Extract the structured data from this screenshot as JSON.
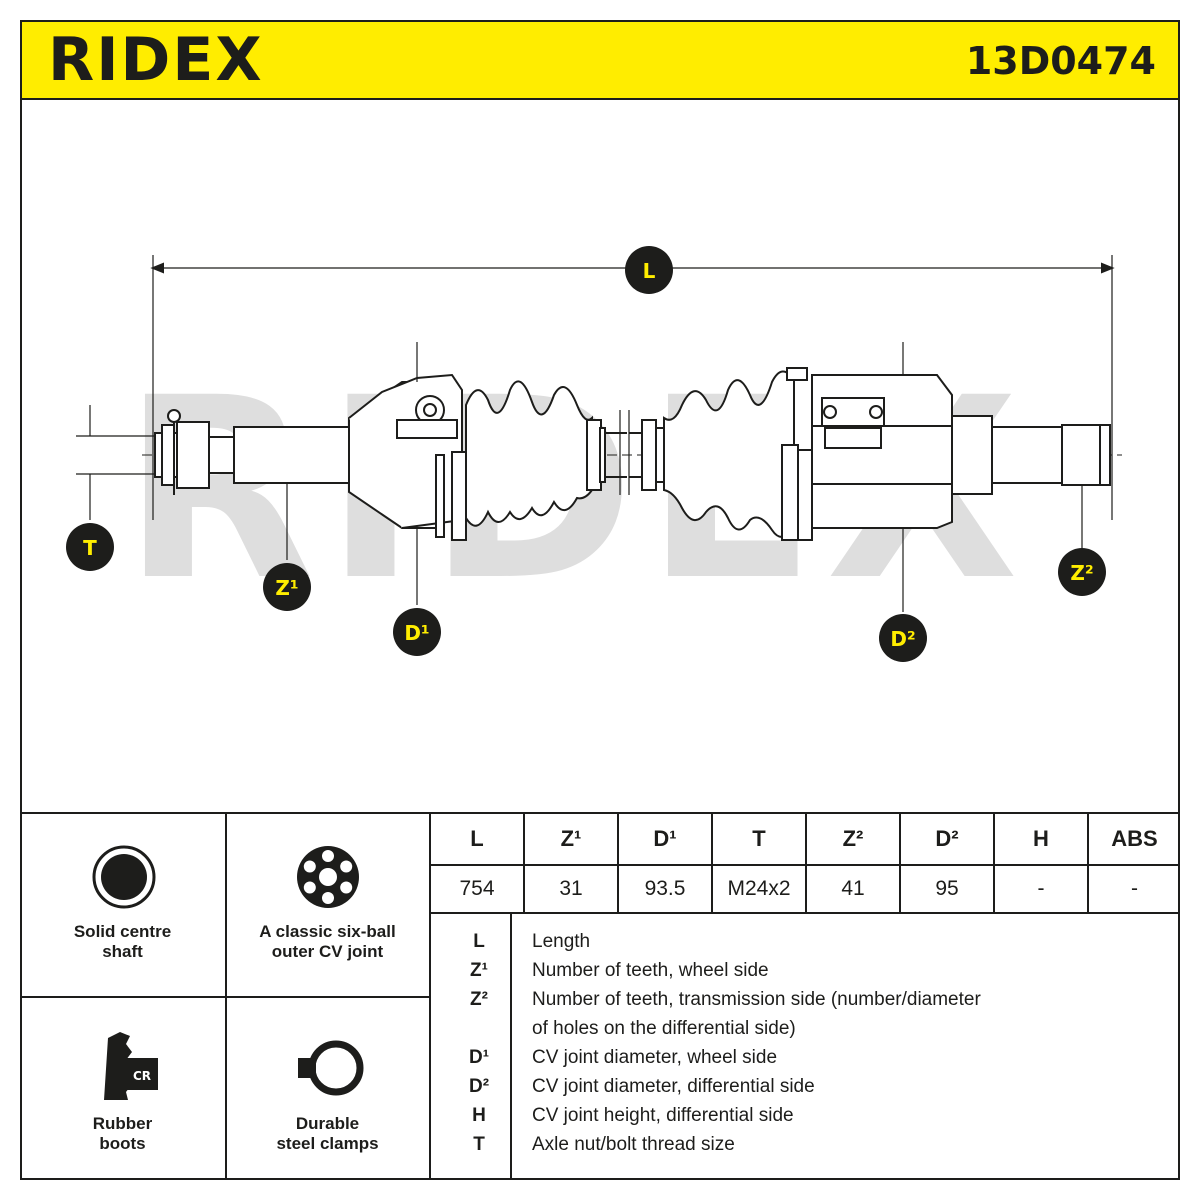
{
  "header": {
    "brand": "RIDEX",
    "part_number": "13D0474"
  },
  "drawing": {
    "watermark": "RIDEX",
    "labels": {
      "L": "L",
      "T": "T",
      "Z1": "Z¹",
      "D1": "D¹",
      "D2": "D²",
      "Z2": "Z²"
    }
  },
  "features": [
    {
      "line1": "Solid centre",
      "line2": "shaft",
      "icon": "solid-shaft-icon"
    },
    {
      "line1": "A classic six-ball",
      "line2": "outer CV joint",
      "icon": "six-ball-joint-icon"
    },
    {
      "line1": "Rubber",
      "line2": "boots",
      "icon": "rubber-boot-icon",
      "badge": "CR"
    },
    {
      "line1": "Durable",
      "line2": "steel clamps",
      "icon": "steel-clamp-icon"
    }
  ],
  "spec_table": {
    "headers": [
      "L",
      "Z¹",
      "D¹",
      "T",
      "Z²",
      "D²",
      "H",
      "ABS"
    ],
    "values": [
      "754",
      "31",
      "93.5",
      "M24x2",
      "41",
      "95",
      "-",
      "-"
    ]
  },
  "legend": [
    {
      "key": "L",
      "text": "Length"
    },
    {
      "key": "Z¹",
      "text": "Number of teeth, wheel side"
    },
    {
      "key": "Z²",
      "text": "Number of teeth, transmission side (number/diameter"
    },
    {
      "key": "",
      "text": "of holes on the differential side)"
    },
    {
      "key": "D¹",
      "text": "CV joint diameter, wheel side"
    },
    {
      "key": "D²",
      "text": "CV joint diameter, differential side"
    },
    {
      "key": "H",
      "text": "CV joint height, differential side"
    },
    {
      "key": "T",
      "text": "Axle nut/bolt thread size"
    }
  ],
  "colors": {
    "brand_yellow": "#ffed00",
    "ink": "#1d1d1b",
    "watermark": "#dedede"
  }
}
